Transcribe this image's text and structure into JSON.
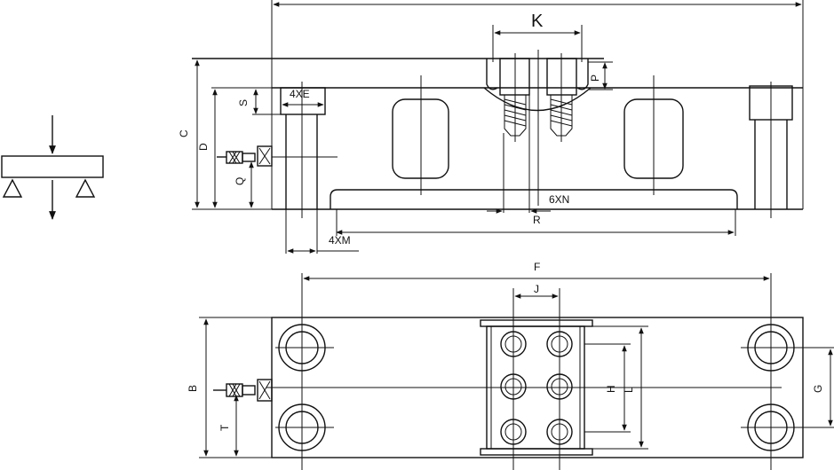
{
  "labels": {
    "K": "K",
    "P": "P",
    "C": "C",
    "D": "D",
    "S": "S",
    "Q": "Q",
    "E": "4XE",
    "N": "6XN",
    "R": "R",
    "M": "4XM",
    "F": "F",
    "J": "J",
    "B": "B",
    "T": "T",
    "H": "H",
    "L": "L",
    "G": "G"
  },
  "colors": {
    "line": "#111111",
    "background": "#ffffff"
  }
}
